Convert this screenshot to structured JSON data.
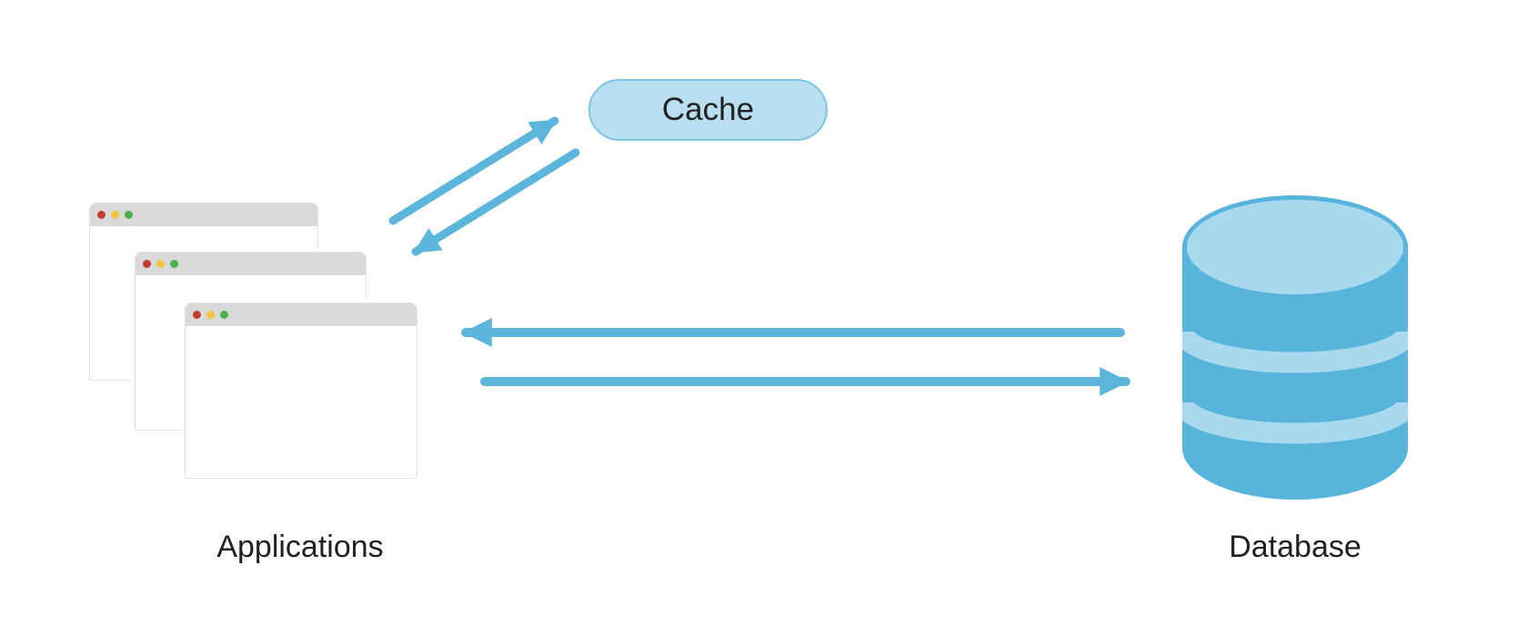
{
  "diagram": {
    "type": "architecture-diagram",
    "description": "Applications read/write through a Cache and directly to a Database",
    "nodes": {
      "applications": {
        "label": "Applications",
        "shape": "stacked-browser-windows",
        "window_count": 3
      },
      "cache": {
        "label": "Cache",
        "shape": "rounded-pill"
      },
      "database": {
        "label": "Database",
        "shape": "cylinder"
      }
    },
    "edges": [
      {
        "from": "applications",
        "to": "cache",
        "style": "diagonal-arrow"
      },
      {
        "from": "cache",
        "to": "applications",
        "style": "diagonal-arrow"
      },
      {
        "from": "database",
        "to": "applications",
        "style": "horizontal-arrow"
      },
      {
        "from": "applications",
        "to": "database",
        "style": "horizontal-arrow"
      }
    ]
  },
  "colors": {
    "arrow": "#5cb5da",
    "db-body": "#57b4da",
    "db-light": "#a9d9ee",
    "cache-fill": "#b9def0",
    "cache-border": "#7cc5e3",
    "titlebar": "#d9d9d9",
    "window-border": "#e2e2e2",
    "dot-red": "#c23b31",
    "dot-yellow": "#f2c642",
    "dot-green": "#4caf50",
    "label-text": "#212121"
  }
}
